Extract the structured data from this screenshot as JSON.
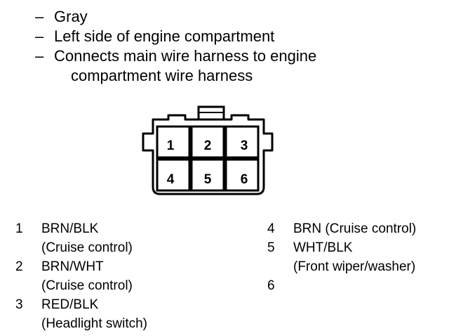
{
  "notes": [
    {
      "text": "Gray",
      "continuation": ""
    },
    {
      "text": "Left side of engine compartment",
      "continuation": ""
    },
    {
      "text": "Connects main wire harness to engine",
      "continuation": "compartment wire harness"
    }
  ],
  "connector": {
    "pins": [
      "1",
      "2",
      "3",
      "4",
      "5",
      "6"
    ]
  },
  "pin_list_left": [
    {
      "num": "1",
      "wire": "BRN/BLK",
      "desc": "(Cruise control)"
    },
    {
      "num": "2",
      "wire": "BRN/WHT",
      "desc": "(Cruise control)"
    },
    {
      "num": "3",
      "wire": "RED/BLK",
      "desc": "(Headlight switch)"
    }
  ],
  "pin_list_right": [
    {
      "num": "4",
      "wire": "BRN (Cruise control)",
      "desc": ""
    },
    {
      "num": "5",
      "wire": "WHT/BLK",
      "desc": "(Front wiper/washer)"
    },
    {
      "num": "6",
      "wire": "",
      "desc": ""
    }
  ]
}
